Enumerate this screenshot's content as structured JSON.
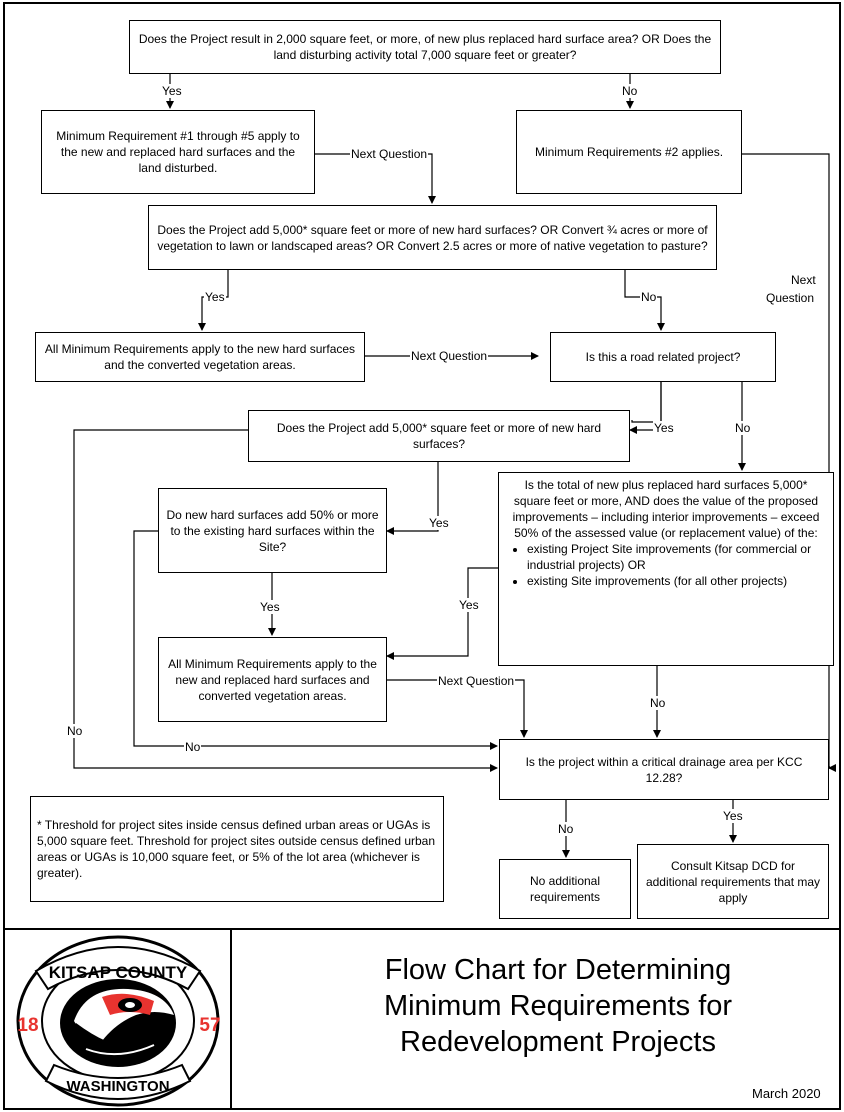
{
  "boxes": {
    "q1": "Does the Project result in 2,000 square feet, or more, of new plus replaced hard surface area? OR Does the land disturbing activity total 7,000 square feet or greater?",
    "mr1to5": "Minimum Requirement #1 through #5 apply to the new and replaced hard surfaces and the land disturbed.",
    "mr2": "Minimum Requirements #2 applies.",
    "q2": "Does the Project add 5,000* square feet or more of new hard surfaces? OR Convert ¾ acres or more of vegetation to lawn or landscaped areas? OR Convert 2.5 acres or more of native vegetation to pasture?",
    "all_mr_new": "All Minimum Requirements apply to the new hard surfaces and the converted vegetation areas.",
    "road": "Is this a road related project?",
    "q_add5000": "Does the Project add 5,000* square feet or more of new hard surfaces?",
    "q_50pct": "Do new hard surfaces add 50% or more to the existing hard surfaces within the Site?",
    "q_total": {
      "intro": "Is the total of new plus replaced hard surfaces 5,000* square feet or more, AND does the value of the proposed improvements – including interior improvements – exceed 50% of the assessed value (or replacement value) of the:",
      "bullet1": "existing Project Site improvements (for commercial or industrial projects) OR",
      "bullet2": "existing Site improvements (for all other projects)"
    },
    "all_mr_replaced": "All Minimum Requirements apply to the new and replaced hard surfaces and converted vegetation areas.",
    "critical": "Is the project within a critical drainage area per KCC 12.28?",
    "footnote": "* Threshold for project sites inside census defined urban areas or UGAs is 5,000 square feet.  Threshold for project sites outside census defined urban areas or UGAs is 10,000 square feet, or 5% of the lot area (whichever is greater).",
    "no_additional": "No additional requirements",
    "consult": "Consult Kitsap DCD for additional requirements that may apply"
  },
  "labels": {
    "yes": "Yes",
    "no": "No",
    "next_question": "Next Question",
    "next": "Next",
    "question": "Question"
  },
  "logo": {
    "top_text": "KITSAP COUNTY",
    "bottom_text": "WASHINGTON",
    "year_left": "18",
    "year_right": "57",
    "accent_color": "#e8332f"
  },
  "title_lines": [
    "Flow Chart for Determining",
    "Minimum Requirements for",
    "Redevelopment Projects"
  ],
  "date": "March 2020"
}
